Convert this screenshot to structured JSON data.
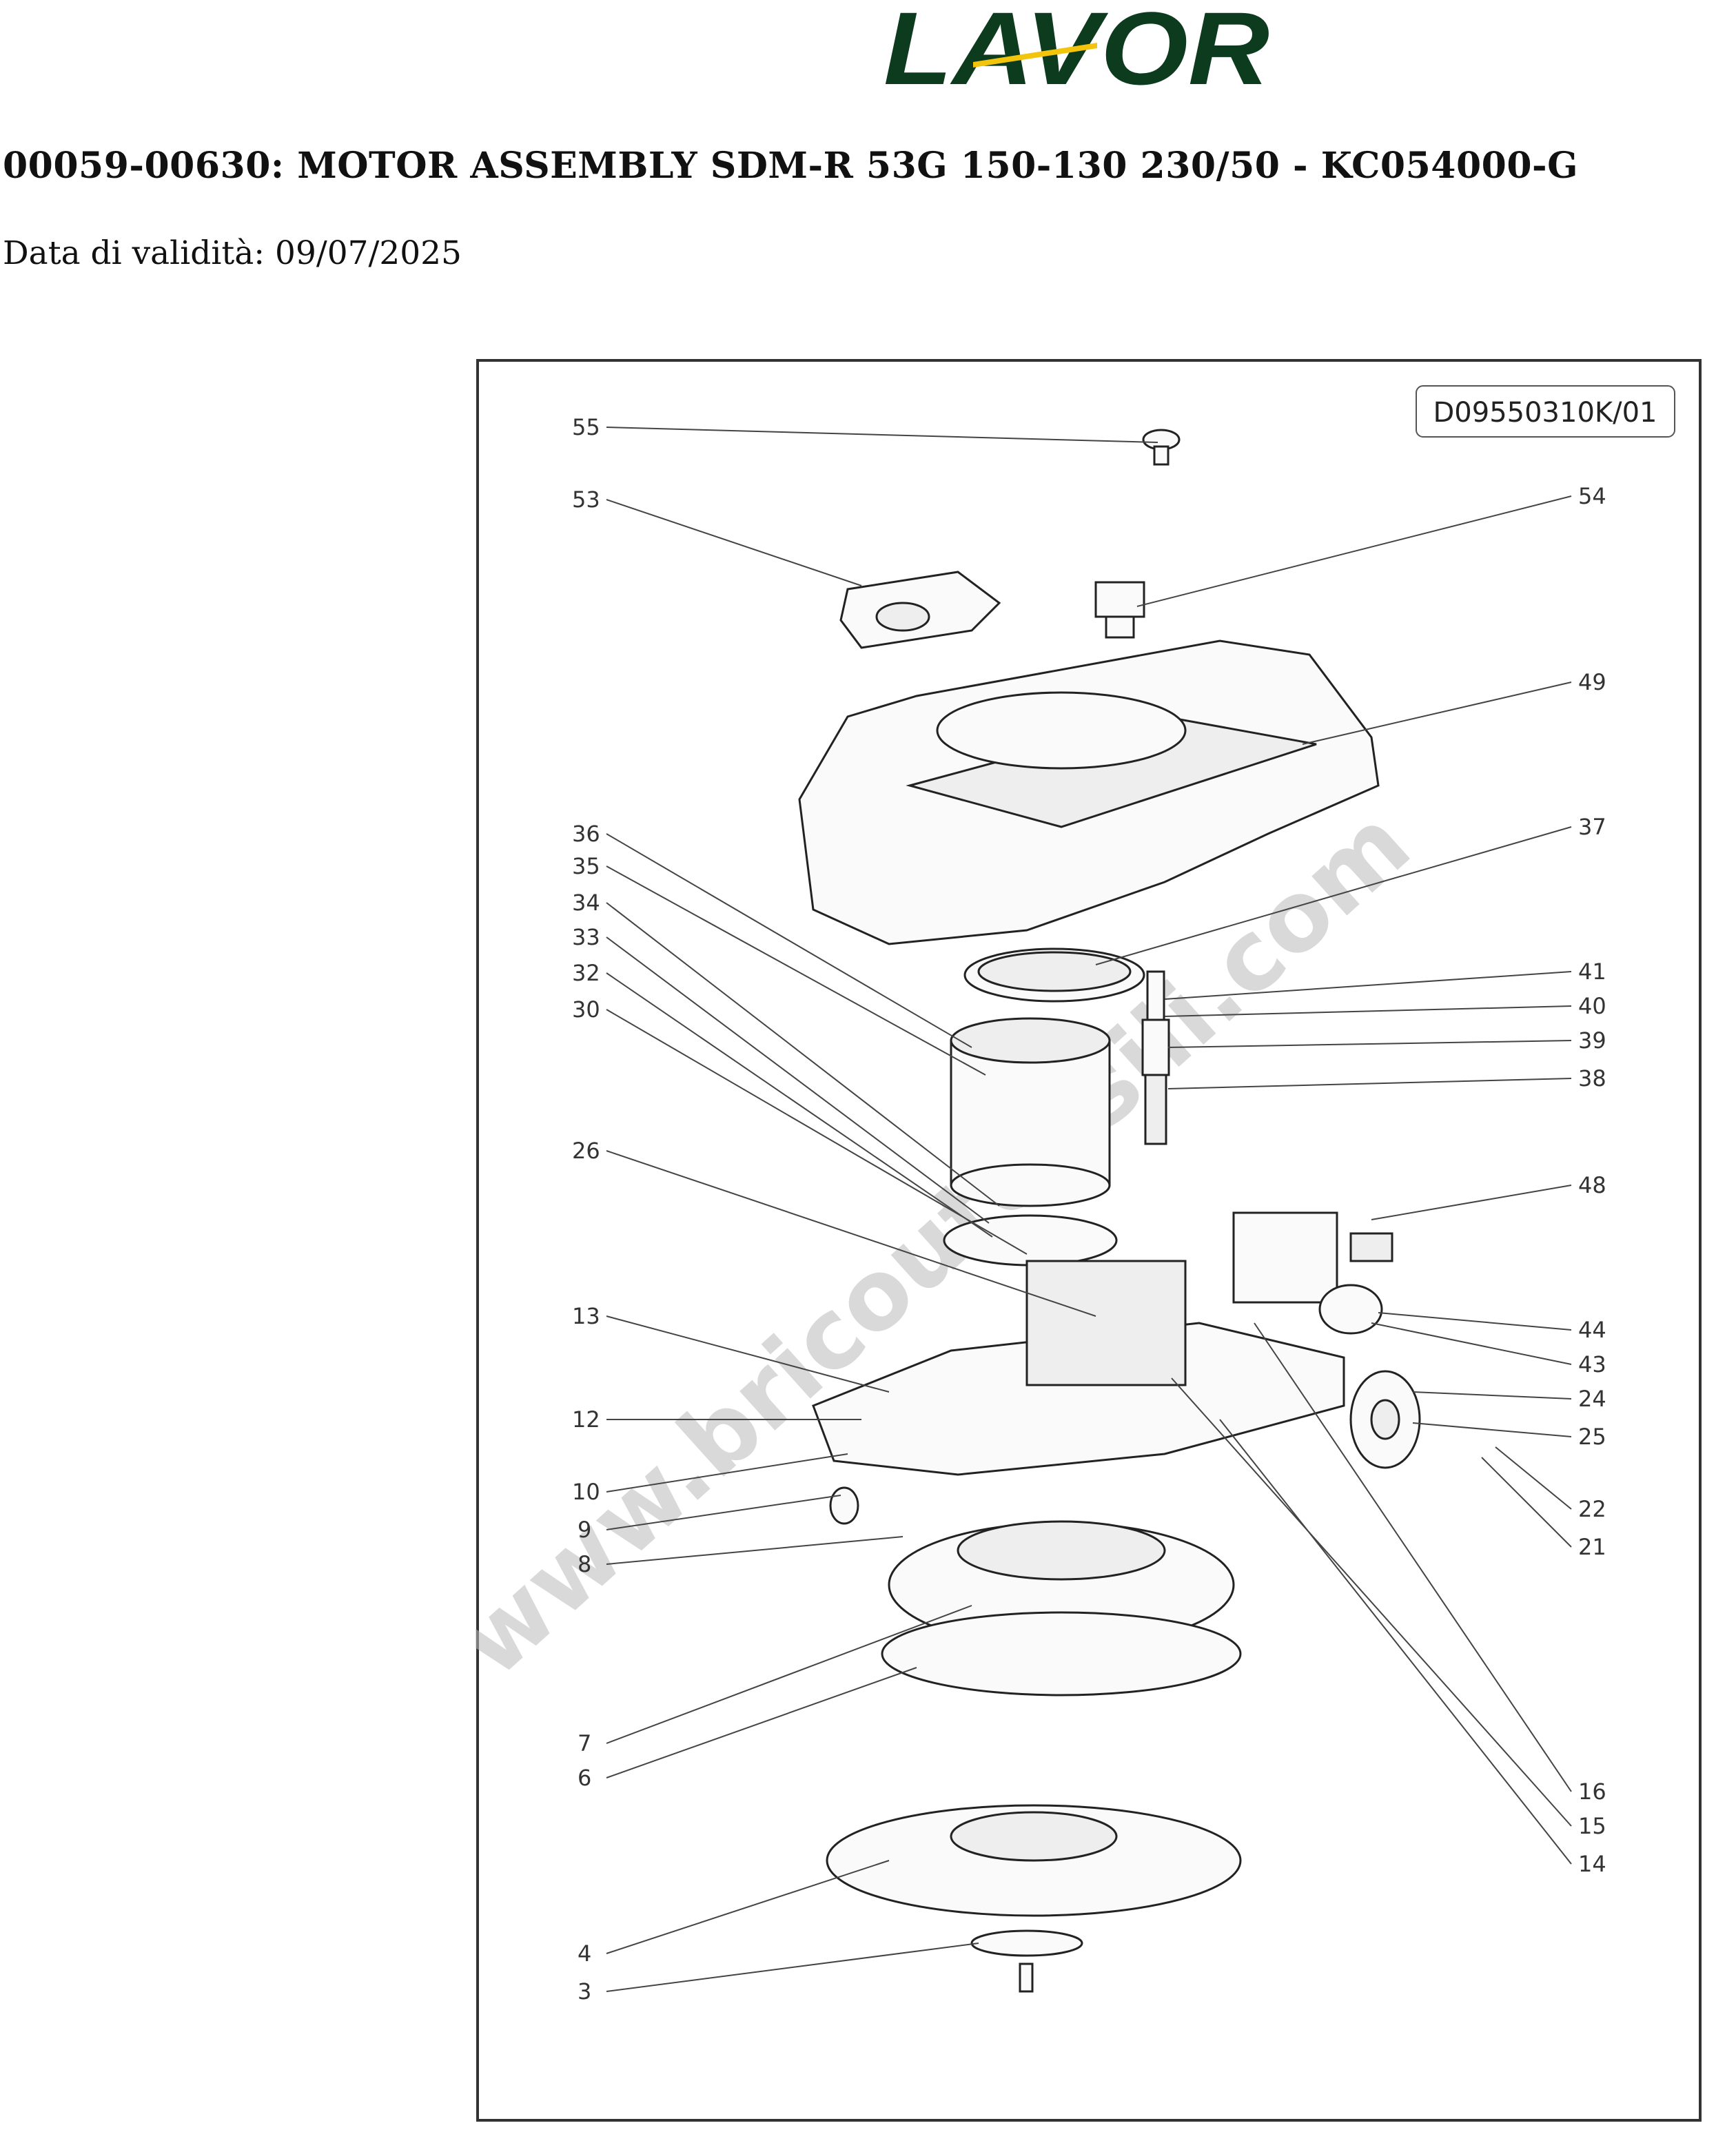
{
  "brand": {
    "logo_text": "LAVOR",
    "color_primary": "#0d3b1d",
    "color_accent": "#f2c40c"
  },
  "header": {
    "title": "00059-00630: MOTOR ASSEMBLY SDM-R 53G 150-130 230/50 - KC054000-G",
    "validity": "Data di validità: 09/07/2025"
  },
  "diagram": {
    "code": "D09550310K/01",
    "watermark": "www.bricoutensili.com",
    "callouts_left": [
      "55",
      "53",
      "36",
      "35",
      "34",
      "33",
      "32",
      "30",
      "26",
      "13",
      "12",
      "10",
      "9",
      "8",
      "7",
      "6",
      "4",
      "3"
    ],
    "callouts_right": [
      "54",
      "49",
      "37",
      "41",
      "40",
      "39",
      "38",
      "48",
      "44",
      "43",
      "24",
      "25",
      "22",
      "21",
      "16",
      "15",
      "14"
    ]
  }
}
